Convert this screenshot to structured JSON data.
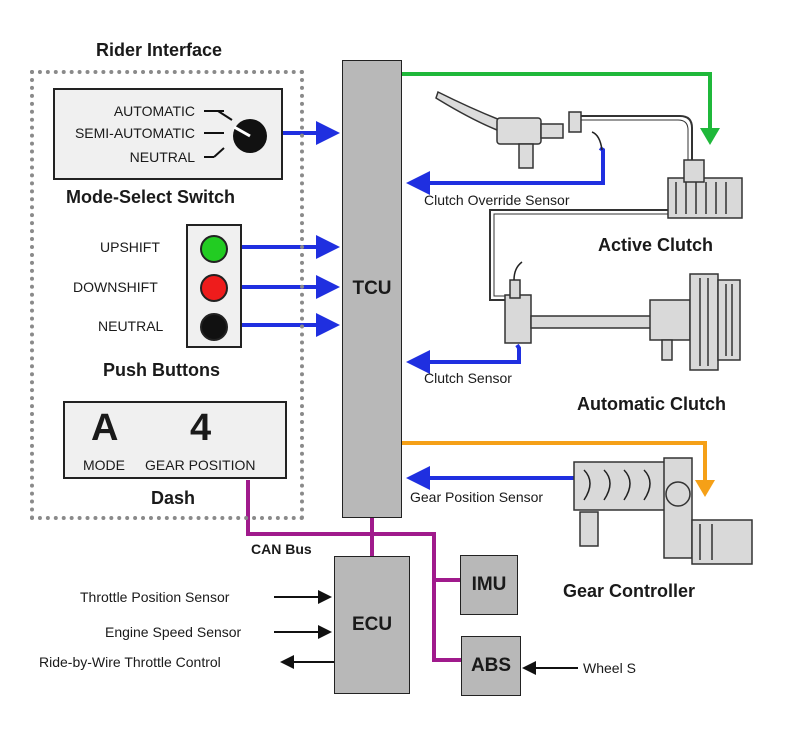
{
  "rider_interface": {
    "title": "Rider Interface",
    "mode_switch": {
      "title": "Mode-Select Switch",
      "positions": [
        "AUTOMATIC",
        "SEMI-AUTOMATIC",
        "NEUTRAL"
      ]
    },
    "push_buttons": {
      "title": "Push Buttons",
      "buttons": [
        {
          "label": "UPSHIFT",
          "color": "#22cc22"
        },
        {
          "label": "DOWNSHIFT",
          "color": "#ee1c1c"
        },
        {
          "label": "NEUTRAL",
          "color": "#111111"
        }
      ]
    },
    "dash": {
      "title": "Dash",
      "mode_value": "A",
      "mode_label": "MODE",
      "gear_value": "4",
      "gear_label": "GEAR POSITION"
    }
  },
  "tcu": {
    "label": "TCU"
  },
  "ecu": {
    "label": "ECU"
  },
  "imu": {
    "label": "IMU"
  },
  "abs": {
    "label": "ABS"
  },
  "bus": {
    "label": "CAN Bus"
  },
  "ecu_signals": {
    "throttle_position": "Throttle Position Sensor",
    "engine_speed": "Engine Speed Sensor",
    "ride_by_wire": "Ride-by-Wire Throttle Control"
  },
  "abs_input": "Wheel S",
  "sensors": {
    "clutch_override": "Clutch Override Sensor",
    "clutch": "Clutch Sensor",
    "gear_position": "Gear Position Sensor"
  },
  "components": {
    "active_clutch": "Active Clutch",
    "automatic_clutch": "Automatic Clutch",
    "gear_controller": "Gear Controller"
  },
  "colors": {
    "signal_blue": "#1f2fe0",
    "can_purple": "#a01a8c",
    "green_line": "#1fb83a",
    "orange_line": "#f5a017",
    "box_gray": "#b8b8b8"
  }
}
